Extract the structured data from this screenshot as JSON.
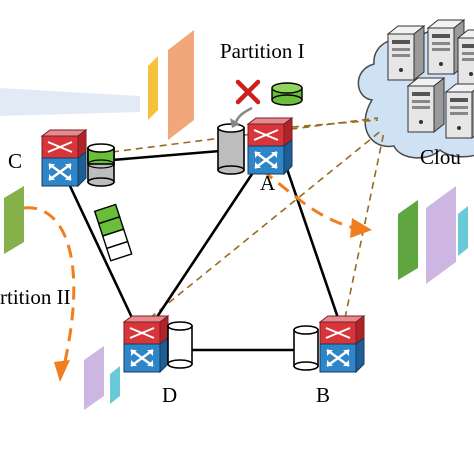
{
  "labels": {
    "partition_1": "Partition I",
    "partition_2": "rtition II",
    "cloud": "Clou",
    "node_a": "A",
    "node_b": "B",
    "node_c": "C",
    "node_d": "D"
  },
  "colors": {
    "link": "#000000",
    "cloud_link": "#9a6a1e",
    "migration_arrow": "#f07d1e",
    "switch_red": "#d8353a",
    "switch_blue": "#2e86c8",
    "cloud_fill": "#cfe2f4",
    "storage_green": "#6abf3a",
    "reject_x": "#cc1f1f"
  },
  "icons": [
    "router-switch-icon",
    "storage-cylinder-icon",
    "server-tower-icon",
    "cloud-icon",
    "cross-icon",
    "data-block-stack-icon",
    "video-frame-icon"
  ]
}
